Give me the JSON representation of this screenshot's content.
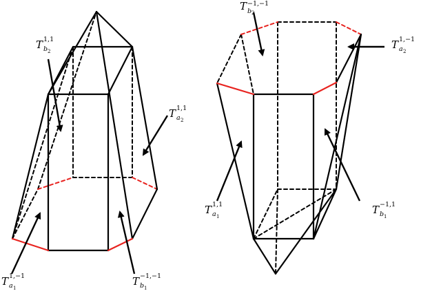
{
  "labels": {
    "left": {
      "Tb2_11": {
        "base": "T",
        "sub": "b",
        "subsub": "2",
        "sup": "1,1"
      },
      "Ta2_11": {
        "base": "T",
        "sub": "a",
        "subsub": "2",
        "sup": "1,1"
      },
      "Ta1_1m1": {
        "base": "T",
        "sub": "a",
        "subsub": "1",
        "sup": "1,−1"
      },
      "Tb1_m1m1": {
        "base": "T",
        "sub": "b",
        "subsub": "1",
        "sup": "−1,−1"
      }
    },
    "right": {
      "Tb2_m1m1": {
        "base": "T",
        "sub": "b",
        "subsub": "2",
        "sup": "−1,−1"
      },
      "Ta2_1m1": {
        "base": "T",
        "sub": "a",
        "subsub": "2",
        "sup": "1,−1"
      },
      "Ta1_11": {
        "base": "T",
        "sub": "a",
        "subsub": "1",
        "sup": "1,1"
      },
      "Tb1_m11": {
        "base": "T",
        "sub": "b",
        "subsub": "1",
        "sup": "−1,1"
      }
    }
  },
  "colors": {
    "highlight_edge": "#e8231f",
    "edge": "#000000"
  }
}
